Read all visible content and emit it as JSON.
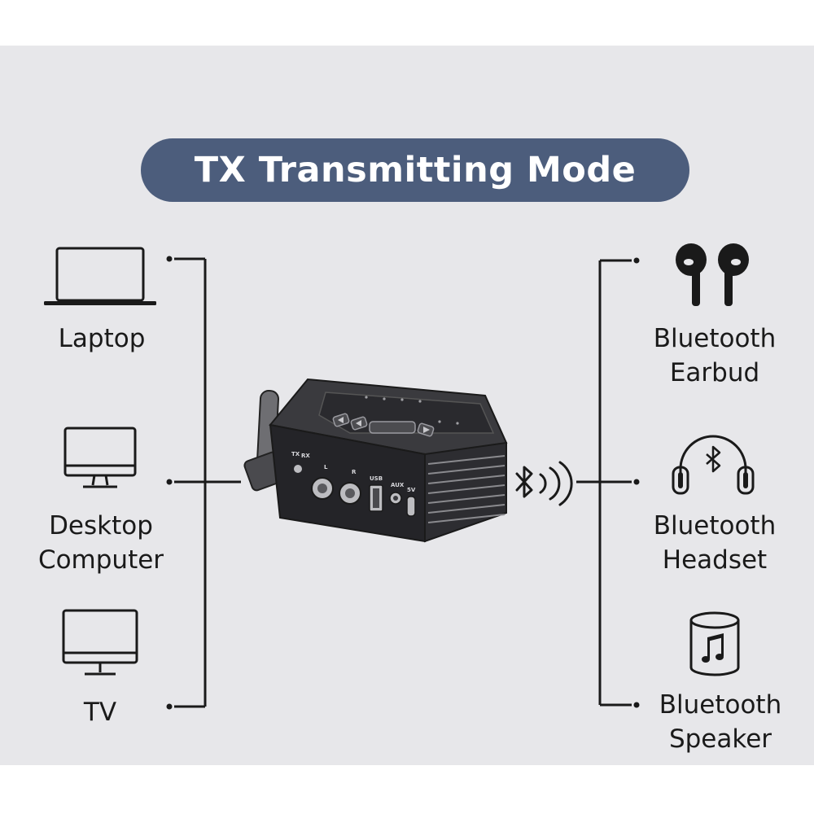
{
  "title": "TX Transmitting Mode",
  "sources": [
    {
      "label": "Laptop",
      "icon": "laptop-icon"
    },
    {
      "label_lines": [
        "Desktop",
        "Computer"
      ],
      "icon": "desktop-computer-icon"
    },
    {
      "label": "TV",
      "icon": "tv-icon"
    }
  ],
  "outputs": [
    {
      "label_lines": [
        "Bluetooth",
        "Earbud"
      ],
      "icon": "earbuds-icon"
    },
    {
      "label_lines": [
        "Bluetooth",
        "Headset"
      ],
      "icon": "headset-icon"
    },
    {
      "label_lines": [
        "Bluetooth",
        "Speaker"
      ],
      "icon": "speaker-icon"
    }
  ],
  "device": {
    "icon": "bluetooth-transmitter-device",
    "port_labels": [
      "TX",
      "RX",
      "L",
      "R",
      "USB",
      "AUX",
      "5V"
    ],
    "signal_icon": "bluetooth-signal-icon"
  },
  "colors": {
    "title_bg": "#4c5d7c",
    "background": "#e7e7ea",
    "line": "#1a1a1a"
  }
}
